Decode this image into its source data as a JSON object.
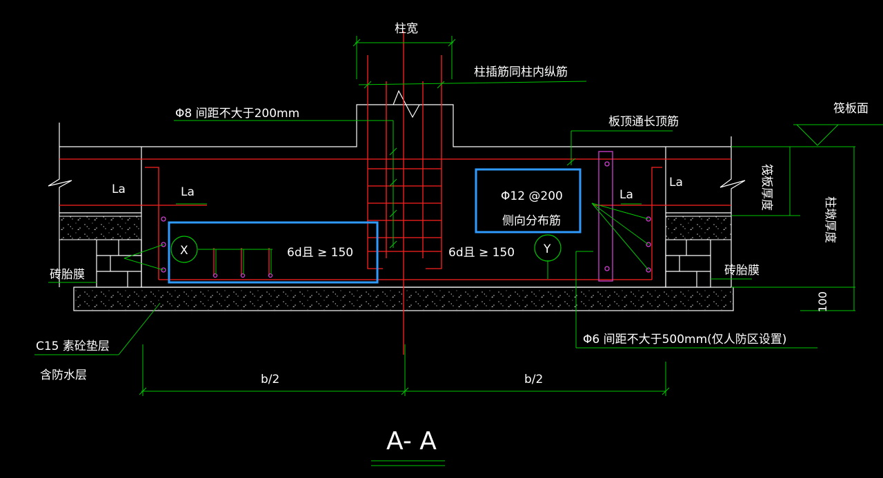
{
  "colors": {
    "background": "#000000",
    "outline": "#ffffff",
    "rebar": "#ff2020",
    "leader": "#00c800",
    "highlight": "#2f9bff",
    "stirrup": "#d040d0",
    "centerline": "#ff2020"
  },
  "labels": {
    "column_width": "柱宽",
    "column_dowel": "柱插筋同柱内纵筋",
    "stirrup_spacing": "Φ8 间距不大于200mm",
    "slab_top_bar": "板顶通长顶筋",
    "raft_top": "筏板面",
    "raft_thickness": "筏板厚度",
    "pier_thickness": "柱墩厚度",
    "la_1": "La",
    "la_2": "La",
    "la_3": "La",
    "la_4": "La",
    "side_bar_spec": "Φ12 @200",
    "side_bar_desc": "侧向分布筋",
    "marker_x": "X",
    "marker_y": "Y",
    "anchor_left": "6d且 ≥ 150",
    "anchor_right": "6d且 ≥ 150",
    "brick_form_left": "砖胎膜",
    "brick_form_right": "砖胎膜",
    "cushion_1": "C15 素砼垫层",
    "cushion_2": "含防水层",
    "tie_bar": "Φ6 间距不大于500mm(仅人防区设置)",
    "dim_half_left": "b/2",
    "dim_half_right": "b/2",
    "dim_100": "100",
    "section_title": "A- A"
  }
}
